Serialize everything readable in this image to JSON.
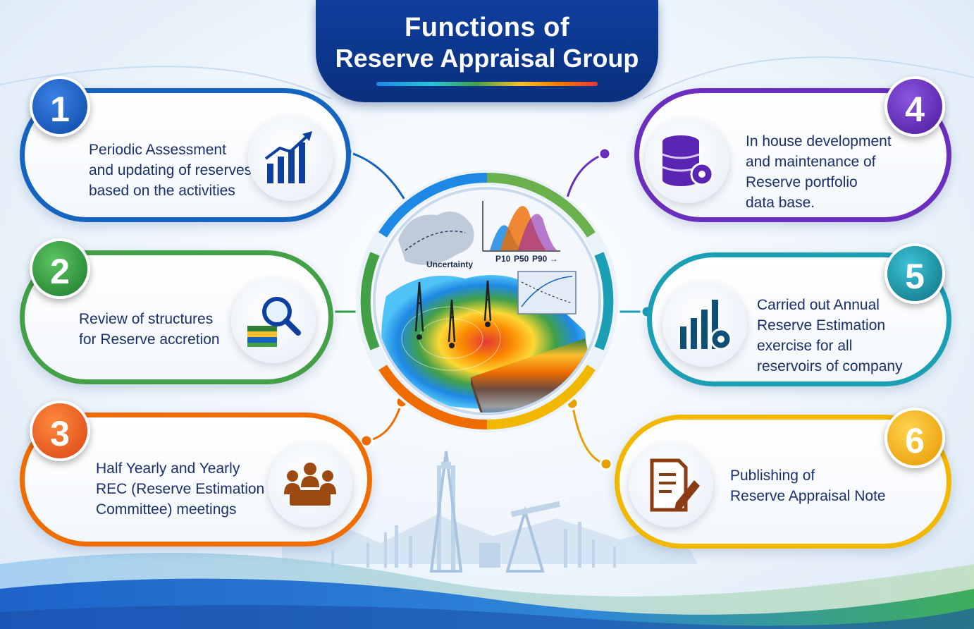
{
  "title": {
    "line1": "Functions of",
    "line2": "Reserve Appraisal Group"
  },
  "colors": {
    "blue": "#1565c0",
    "green": "#43a047",
    "orange": "#ef6c00",
    "purple": "#6a2fbf",
    "teal": "#1a9fb5",
    "gold": "#f2a800",
    "navy": "#0f3f9e"
  },
  "functions": [
    {
      "number": "1",
      "lines": [
        "Periodic Assessment",
        "and updating of reserves",
        "based on the activities"
      ],
      "icon": "bar-chart-trend-icon"
    },
    {
      "number": "2",
      "lines": [
        "Review of structures",
        "for Reserve accretion"
      ],
      "icon": "magnifier-layers-icon"
    },
    {
      "number": "3",
      "lines": [
        "Half Yearly and Yearly",
        "REC (Reserve Estimation",
        "Committee) meetings"
      ],
      "icon": "meeting-people-icon"
    },
    {
      "number": "4",
      "lines": [
        "In house development",
        "and maintenance of",
        "Reserve portfolio",
        "data base."
      ],
      "icon": "database-gear-icon"
    },
    {
      "number": "5",
      "lines": [
        "Carried out Annual",
        "Reserve Estimation",
        "exercise for all",
        "reservoirs of company"
      ],
      "icon": "chart-gear-icon"
    },
    {
      "number": "6",
      "lines": [
        "Publishing of",
        "Reserve Appraisal Note"
      ],
      "icon": "document-pen-icon"
    }
  ],
  "center": {
    "uncertainty_label": "Uncertainty",
    "p10": "P10",
    "p50": "P50",
    "p90": "P90 →"
  }
}
